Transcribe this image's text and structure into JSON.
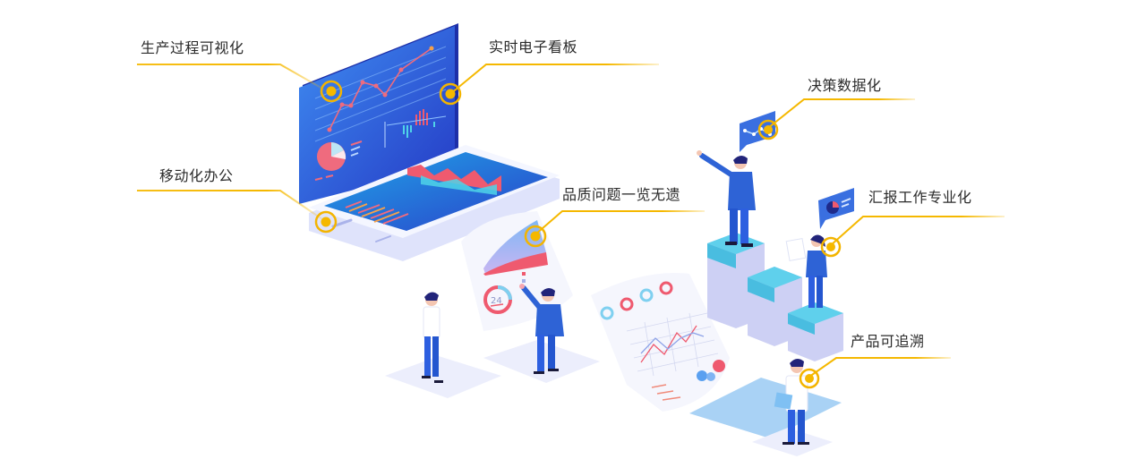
{
  "colors": {
    "callout": "#f5b800",
    "callout_ring": "#f3b400",
    "screen_blue": "#2a4fd8",
    "screen_blue_light": "#3a8cf0",
    "accent_red": "#ef5a6f",
    "accent_cyan": "#4fd3e8",
    "platform": "#e6e8fb",
    "cube_top": "#5fd0ec",
    "cube_side": "#c9cdf3",
    "suit": "#2e63d6",
    "text": "#2b2b2b"
  },
  "callouts": [
    {
      "id": "process-visualization",
      "label": "生产过程可视化"
    },
    {
      "id": "realtime-dashboard",
      "label": "实时电子看板"
    },
    {
      "id": "mobile-office",
      "label": "移动化办公"
    },
    {
      "id": "quality-overview",
      "label": "品质问题一览无遗"
    },
    {
      "id": "data-driven-decision",
      "label": "决策数据化"
    },
    {
      "id": "professional-reporting",
      "label": "汇报工作专业化"
    },
    {
      "id": "product-traceability",
      "label": "产品可追溯"
    }
  ],
  "illustration": {
    "donut_value": "24"
  }
}
